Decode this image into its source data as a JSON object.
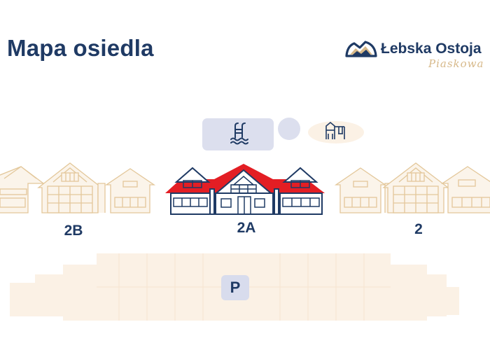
{
  "page_title": "Mapa osiedla",
  "logo": {
    "name": "Łebska Ostoja",
    "subtitle": "Piaskowa"
  },
  "buildings": [
    {
      "id": "2B",
      "label": "2B",
      "highlighted": false
    },
    {
      "id": "2A",
      "label": "2A",
      "highlighted": true
    },
    {
      "id": "2",
      "label": "2",
      "highlighted": false
    }
  ],
  "parking": {
    "label": "P"
  },
  "amenities": [
    "pool-icon",
    "circle-feature",
    "playground-icon"
  ],
  "colors": {
    "title": "#1f3a64",
    "highlight_roof": "#e31e24",
    "faded_building": "#e3c79a",
    "parking_area": "#fbf1e5",
    "amenity_box": "#dcdfee",
    "logo_gold": "#d7b98a"
  }
}
